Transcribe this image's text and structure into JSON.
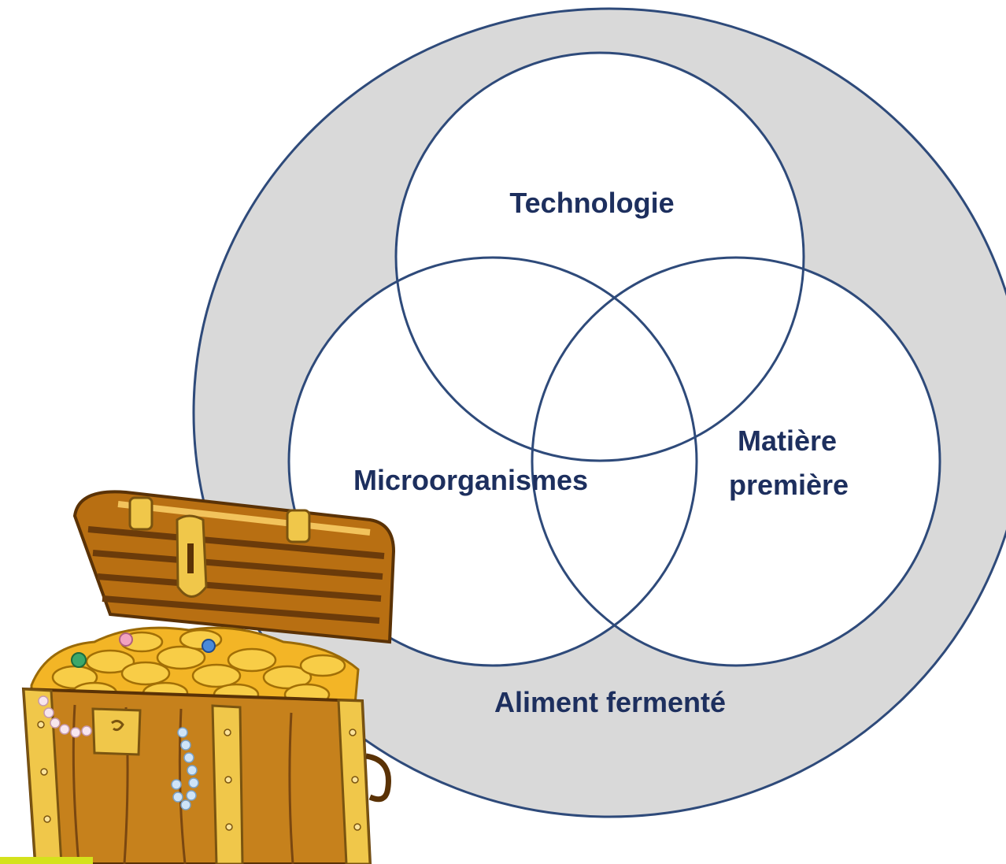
{
  "diagram": {
    "outer_label": "Aliment fermenté",
    "circles": {
      "top": "Technologie",
      "left": "Microorganismes",
      "right_line1": "Matière",
      "right_line2": "première"
    }
  },
  "colors": {
    "outer_fill": "#d9d9d9",
    "stroke": "#2e4a7a",
    "text": "#1d2f5e",
    "accent_bar": "#d4e21c"
  },
  "illustration": {
    "icon": "treasure-chest-icon"
  }
}
